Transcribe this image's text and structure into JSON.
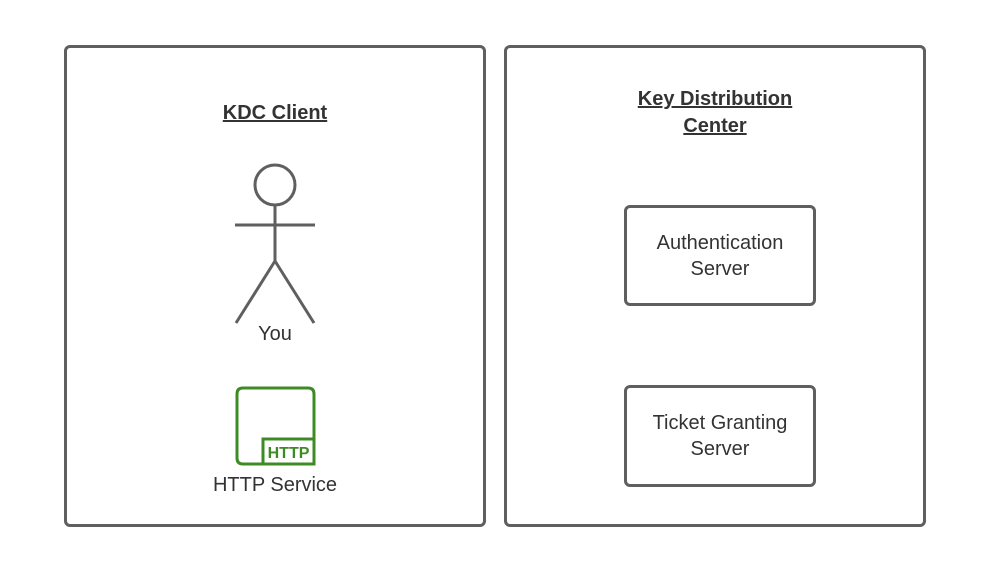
{
  "client_panel": {
    "title": "KDC Client",
    "user_label": "You",
    "service_label": "HTTP Service",
    "service_icon_text": "HTTP"
  },
  "kdc_panel": {
    "title_line1": "Key Distribution",
    "title_line2": "Center",
    "nodes": [
      {
        "line1": "Authentication",
        "line2": "Server"
      },
      {
        "line1": "Ticket Granting",
        "line2": "Server"
      }
    ]
  },
  "colors": {
    "border": "#5f5f5f",
    "http_icon": "#3d8b25",
    "text": "#333333"
  }
}
